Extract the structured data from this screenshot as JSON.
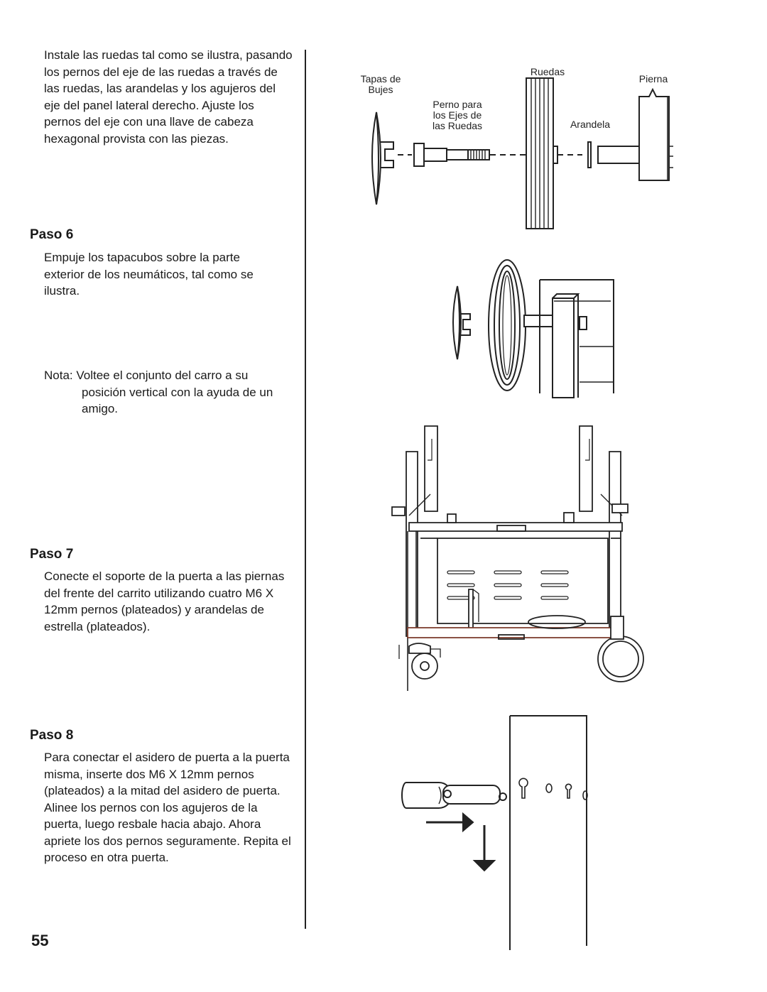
{
  "intro_text": "Instale las ruedas tal como se ilustra, pasando los pernos del eje de las ruedas a través de las ruedas, las arandelas y los agujeros del eje del panel lateral derecho. Ajuste los pernos del eje con una llave de cabeza hexagonal provista con las piezas.",
  "steps": [
    {
      "heading": "Paso 6",
      "text": "Empuje los tapacubos sobre la parte exterior de los neumáticos, tal como se ilustra."
    },
    {
      "heading": "Paso 7",
      "text": "Conecte el soporte de la puerta a las piernas del frente del carrito utilizando cuatro M6 X 12mm pernos (plateados) y arandelas de estrella (plateados)."
    },
    {
      "heading": "Paso 8",
      "text": "Para conectar el asidero de puerta a la puerta misma, inserte dos M6 X 12mm pernos (plateados) a la mitad del asidero de puerta. Alinee los pernos con los agujeros de la puerta, luego resbale hacia abajo. Ahora apriete los dos pernos seguramente. Repita el proceso en otra puerta."
    }
  ],
  "note": {
    "label": "Nota:",
    "text": "Voltee el conjunto del carro a su",
    "continuation": "posición vertical con la ayuda de un amigo."
  },
  "figure1_labels": {
    "tapas_line1": "Tapas de",
    "tapas_line2": "Bujes",
    "ruedas": "Ruedas",
    "pierna": "Pierna",
    "perno_line1": "Perno para",
    "perno_line2": "los Ejes de",
    "perno_line3": "las Ruedas",
    "arandela": "Arandela"
  },
  "page_number": "55"
}
